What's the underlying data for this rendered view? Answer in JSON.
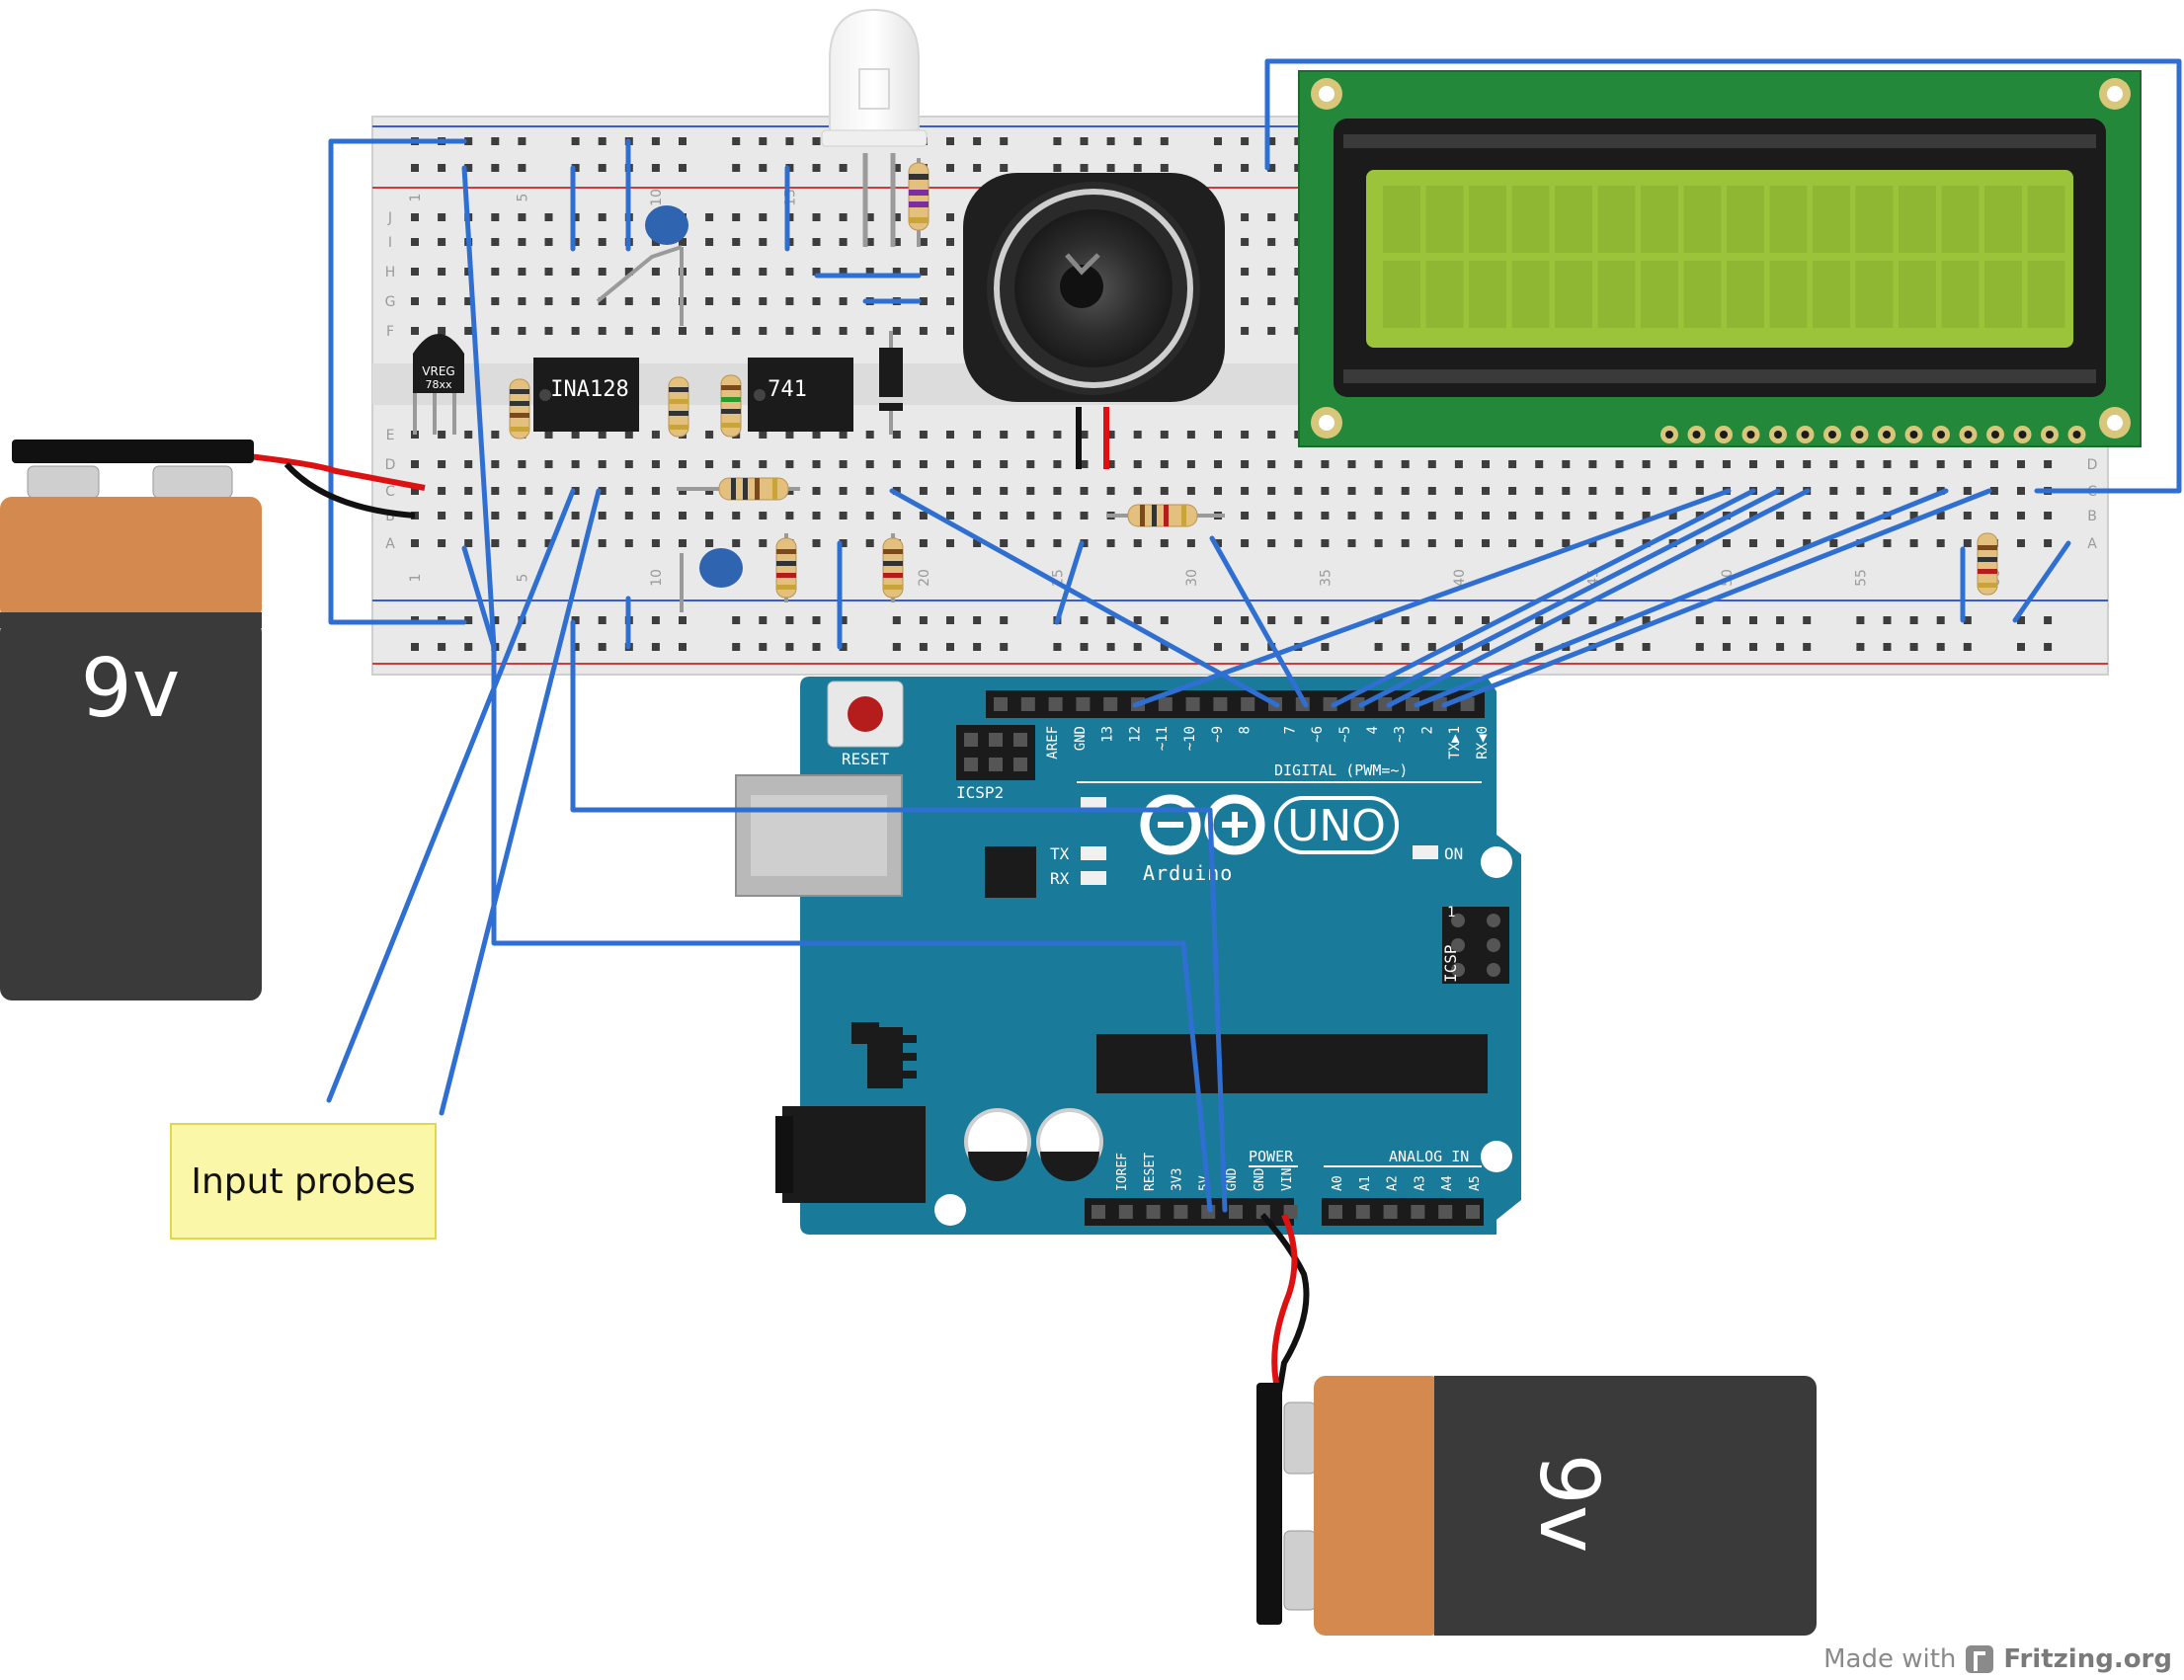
{
  "battery_left": {
    "label": "9v"
  },
  "battery_bottom": {
    "label": "9v"
  },
  "breadboard": {
    "row_letters": [
      "J",
      "I",
      "H",
      "G",
      "F",
      "E",
      "D",
      "C",
      "B",
      "A"
    ],
    "column_numbers": [
      "1",
      "5",
      "10",
      "15",
      "20",
      "25",
      "30",
      "35",
      "40",
      "45",
      "50",
      "55",
      "60"
    ]
  },
  "components": {
    "vreg": {
      "line1": "VREG",
      "line2": "78xx"
    },
    "chip1": {
      "label": "INA128"
    },
    "chip2": {
      "label": "741"
    }
  },
  "arduino": {
    "reset_label": "RESET",
    "icsp2_label": "ICSP2",
    "icsp_label": "ICSP",
    "icsp_pin1": "1",
    "uno_label": "UNO",
    "brand_label": "Arduino",
    "tx_label": "TX",
    "rx_label": "RX",
    "on_label": "ON",
    "digital_label": "DIGITAL (PWM=~)",
    "digital_pins": [
      "AREF",
      "GND",
      "13",
      "12",
      "~11",
      "~10",
      "~9",
      "8",
      "7",
      "~6",
      "~5",
      "4",
      "~3",
      "2",
      "TX▶1",
      "RX◀0"
    ],
    "power_label": "POWER",
    "power_pins": [
      "IOREF",
      "RESET",
      "3V3",
      "5V",
      "GND",
      "GND",
      "VIN"
    ],
    "analog_label": "ANALOG IN",
    "analog_pins": [
      "A0",
      "A1",
      "A2",
      "A3",
      "A4",
      "A5"
    ]
  },
  "note": {
    "text": "Input probes"
  },
  "footer": {
    "prefix": "Made with",
    "brand": "Fritzing.org"
  },
  "colors": {
    "wire": "#2f6fd1",
    "arduino": "#1a7a9a",
    "lcd_board": "#23883a",
    "lcd_screen": "#9cc43a",
    "battery_orange": "#d48a4e",
    "battery_black": "#3a3a3a",
    "note_bg": "#fbf7a8"
  }
}
